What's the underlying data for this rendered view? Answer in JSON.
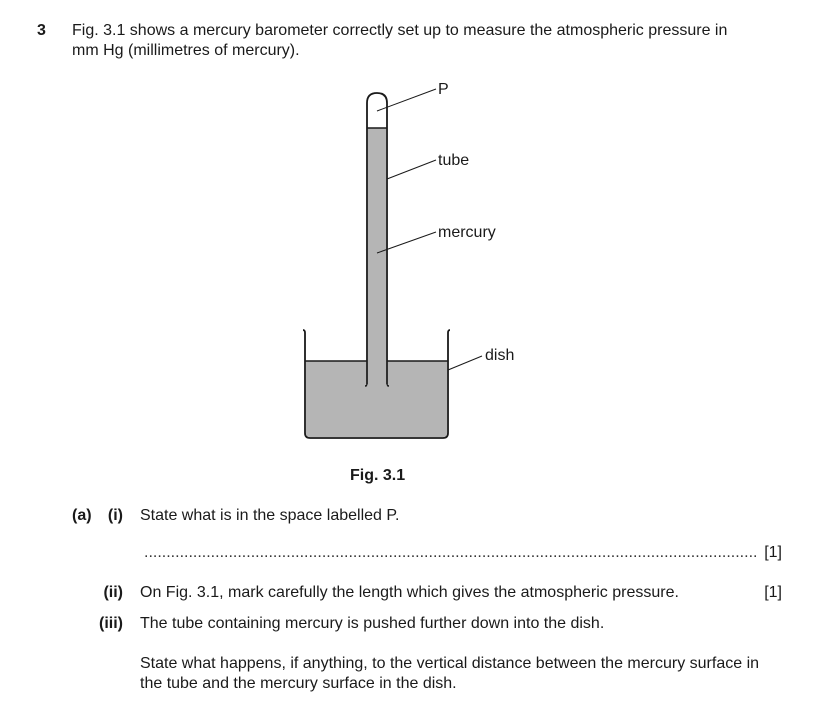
{
  "question": {
    "number": "3",
    "intro_line1": "Fig. 3.1 shows a mercury barometer correctly set up to measure the atmospheric pressure in",
    "intro_line2": "mm Hg (millimetres of mercury)."
  },
  "figure": {
    "caption": "Fig. 3.1",
    "labels": {
      "p": "P",
      "tube": "tube",
      "mercury": "mercury",
      "dish": "dish"
    },
    "colors": {
      "mercury_fill": "#b5b5b5",
      "outline": "#1a1a1a"
    }
  },
  "parts": {
    "a": {
      "label": "(a)",
      "i": {
        "label": "(i)",
        "text": "State what is in the space labelled P.",
        "answer_line": "..............................................................................................................................................",
        "marks": "[1]"
      },
      "ii": {
        "label": "(ii)",
        "text": "On Fig. 3.1, mark carefully the length which gives the atmospheric pressure.",
        "marks": "[1]"
      },
      "iii": {
        "label": "(iii)",
        "text": "The tube containing mercury is pushed further down into the dish.",
        "text2": "State what happens, if anything, to the vertical distance between the mercury surface in the tube and the mercury surface in the dish."
      }
    }
  }
}
